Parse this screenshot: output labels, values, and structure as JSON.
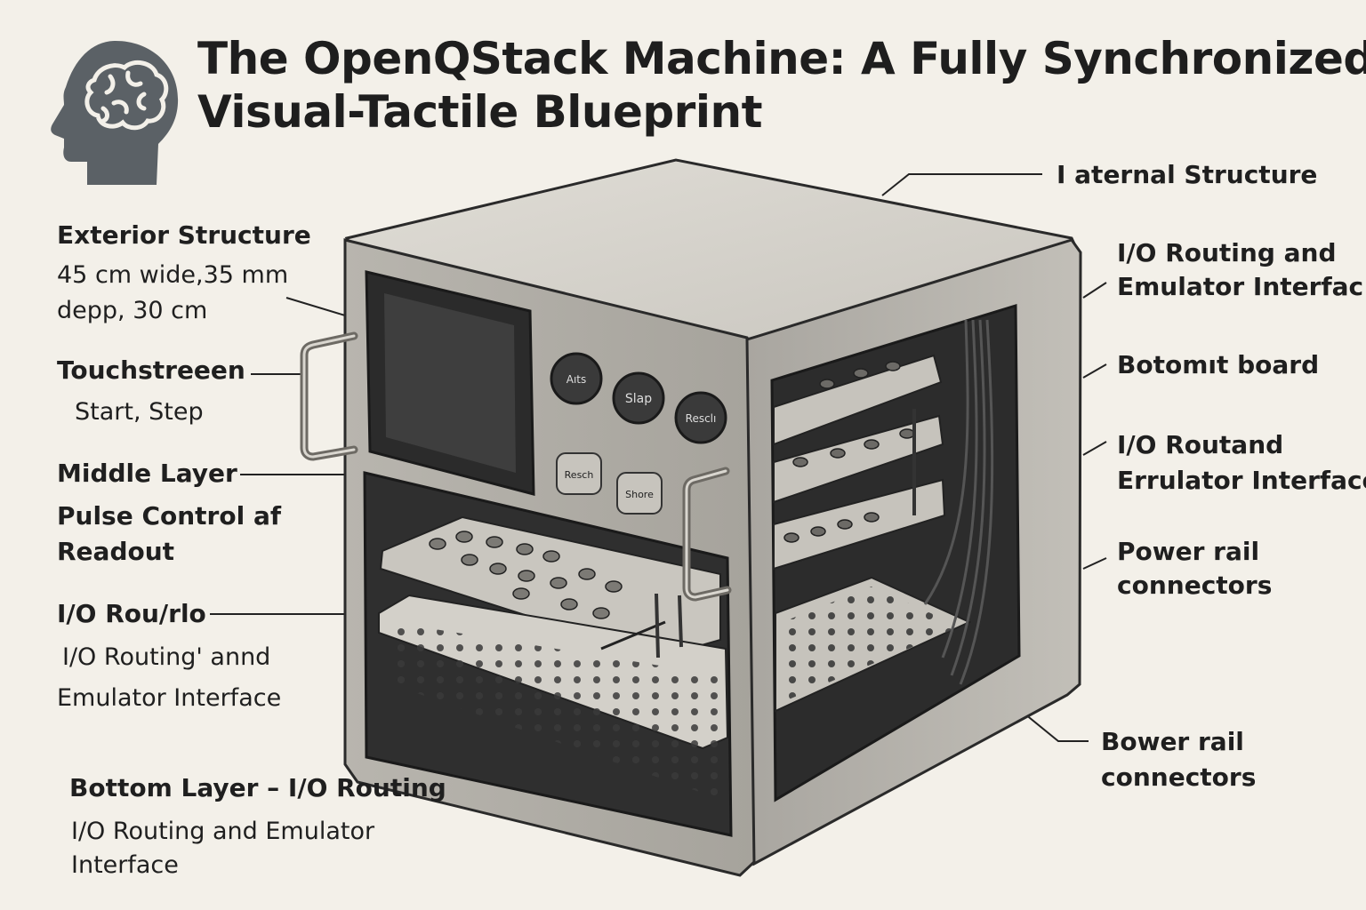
{
  "title": {
    "line1": "The OpenQStack Machine: A Fully Synchronized",
    "line2": "Visual-Tactile Blueprint"
  },
  "icon": "brain-head-icon",
  "left_labels": {
    "exterior_title": "Exterior Structure",
    "exterior_dims_1": "45 cm wide,35 mm",
    "exterior_dims_2": "depp, 30 cm",
    "touchscreen_title": "Touchstreeen",
    "touchscreen_sub": "Start, Step",
    "middle_title": "Middle Layer",
    "pulse_1": "Pulse Control af",
    "pulse_2": "Readout",
    "io_title": "I/O Rou/rlo",
    "io_sub_1": "I/O Routing' annd",
    "io_sub_2": "Emulator Interface",
    "bottom_title": "Bottom Layer – I/O Routing",
    "bottom_sub_1": "I/O Routing and Emulator",
    "bottom_sub_2": "Interface"
  },
  "right_labels": {
    "internal": "I  aternal Structure",
    "io1_1": "I/O Routing and",
    "io1_2": "Emulator Interfac",
    "bottom_board": "Botomıt board",
    "io2_1": "I/O Routand",
    "io2_2": "Errulator Interface",
    "power_1": "Power rail",
    "power_2": "connectors",
    "bower_1": "Bower rail",
    "bower_2": "connectors"
  },
  "machine": {
    "buttons": [
      "Aıts",
      "Slap",
      "Resclı"
    ],
    "small_buttons": [
      "Resch",
      "Shore"
    ]
  }
}
